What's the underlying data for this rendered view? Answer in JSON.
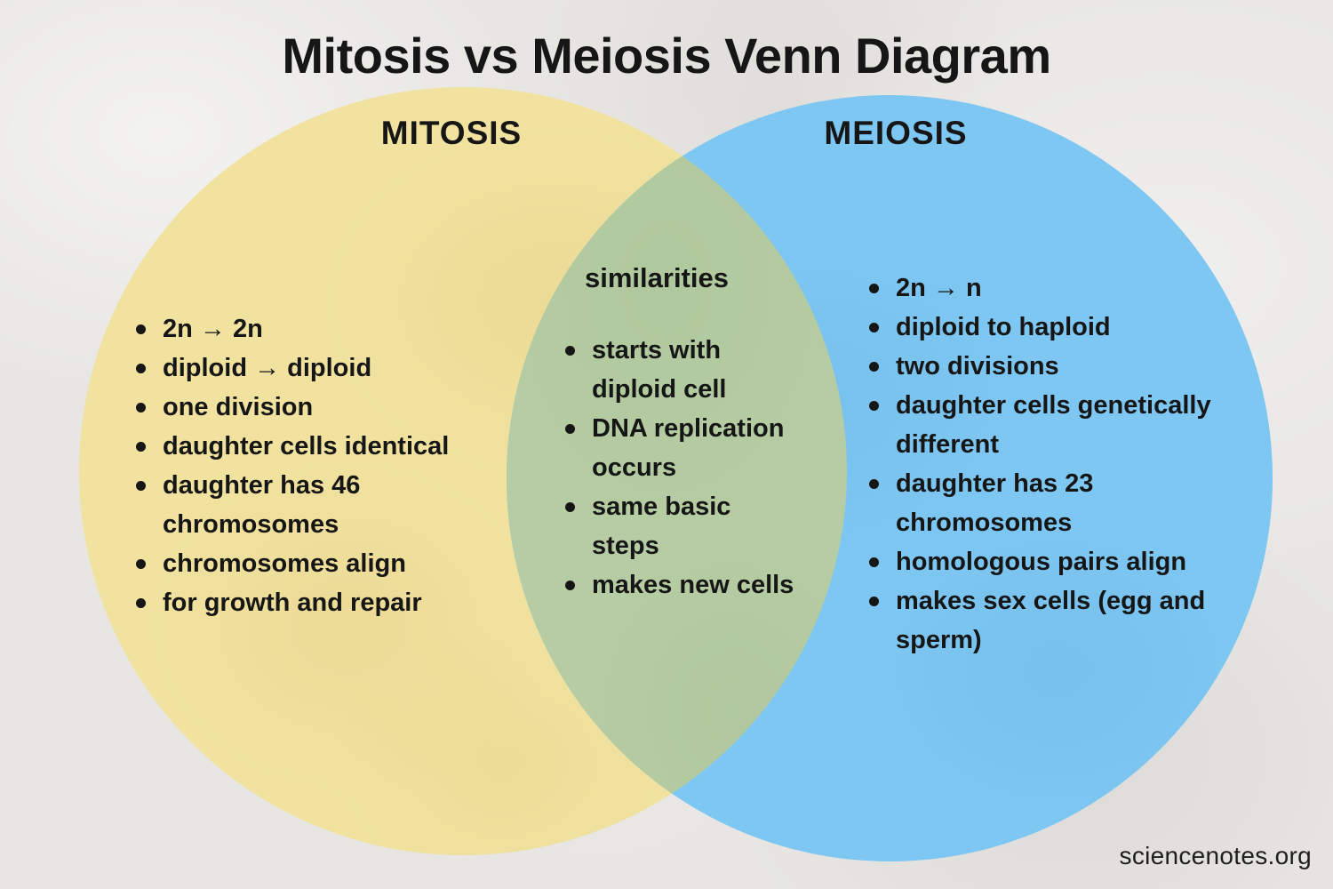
{
  "title": "Mitosis vs Meiosis Venn Diagram",
  "venn": {
    "left": {
      "label": "MITOSIS",
      "items": [
        "2n → 2n",
        "diploid → diploid",
        "one division",
        "daughter cells identical",
        "daughter has 46\nchromosomes",
        "chromosomes align",
        "for growth and repair"
      ]
    },
    "middle": {
      "label": "similarities",
      "items": [
        "starts with\ndiploid cell",
        "DNA replication\noccurs",
        "same basic\nsteps",
        "makes new cells"
      ]
    },
    "right": {
      "label": "MEIOSIS",
      "items": [
        "2n → n",
        "diploid to haploid",
        "two divisions",
        "daughter cells genetically\ndifferent",
        "daughter has 23\nchromosomes",
        "homologous pairs align",
        "makes sex cells (egg and\nsperm)"
      ]
    }
  },
  "footer": {
    "credit": "sciencenotes.org"
  },
  "colors": {
    "background": "#E7E6E3",
    "mitosis_circle": "#F1E2A0",
    "meiosis_circle": "#7DC7F2",
    "overlap": "#B6CCA4",
    "text": "#161616"
  }
}
